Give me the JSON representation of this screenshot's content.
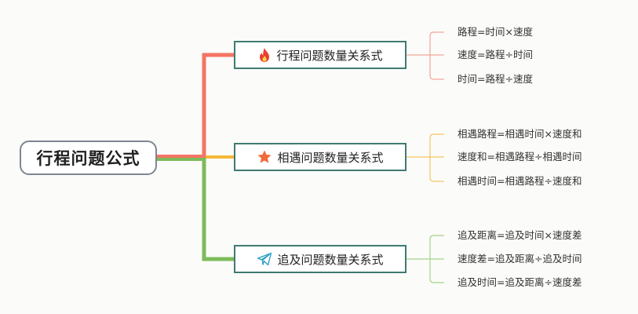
{
  "root": {
    "label": "行程问题公式"
  },
  "colors": {
    "branch1": "#f37564",
    "branch2": "#f5b83a",
    "branch3": "#7cbb5a"
  },
  "branches": [
    {
      "label": "行程问题数量关系式",
      "icon": "fire-icon",
      "leaves": [
        "路程=时间×速度",
        "速度=路程÷时间",
        "时间=路程÷速度"
      ]
    },
    {
      "label": "相遇问题数量关系式",
      "icon": "star-icon",
      "leaves": [
        "相遇路程=相遇时间×速度和",
        "速度和=相遇路程÷相遇时间",
        "相遇时间=相遇路程÷速度和"
      ]
    },
    {
      "label": "追及问题数量关系式",
      "icon": "paper-plane-icon",
      "leaves": [
        "追及距离=追及时间×速度差",
        "速度差=追及距离÷追及时间",
        "追及时间=追及距离÷速度差"
      ]
    }
  ]
}
